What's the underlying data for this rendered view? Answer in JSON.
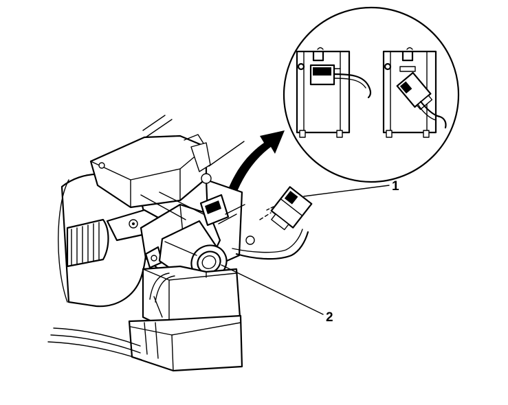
{
  "callouts": [
    {
      "id": "1",
      "label": "1"
    },
    {
      "id": "2",
      "label": "2"
    }
  ],
  "icons": {
    "transfer-arrow": "curved-arrow-icon",
    "detail-view": "magnified-detail-circle"
  },
  "colors": {
    "line": "#000000",
    "background": "#ffffff"
  }
}
